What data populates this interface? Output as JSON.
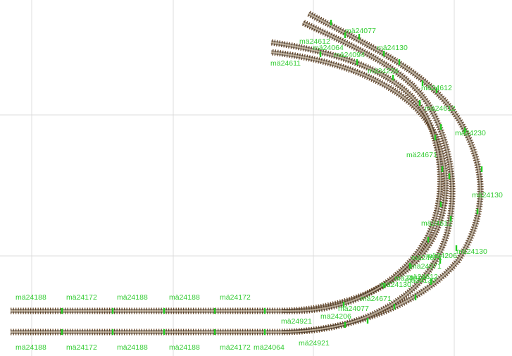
{
  "colors": {
    "background": "#ffffff",
    "grid": "#dcdcdc",
    "track_ties": "#6b4a2a",
    "track_rail": "#3a2a1a",
    "joint": "#22cc22",
    "label": "#33cc33"
  },
  "labels": [
    "mä24188",
    "mä24172",
    "mä24188",
    "mä24188",
    "mä24172",
    "mä24188",
    "mä24172",
    "mä24188",
    "mä24188",
    "mä24172",
    "mä24064",
    "mä24921",
    "mä24921",
    "mä24077",
    "mä24206",
    "mä24671",
    "mä24130",
    "mä24130",
    "mä24612",
    "mä24206",
    "mä24071",
    "mä24617",
    "mä24130",
    "mä24230",
    "mä24671",
    "mä24612",
    "mä24130",
    "mä24612",
    "mä24224",
    "mä24094",
    "mä24064",
    "mä24612",
    "mä24611",
    "mä24130",
    "mä24077",
    "mä24612",
    "mä24671"
  ]
}
